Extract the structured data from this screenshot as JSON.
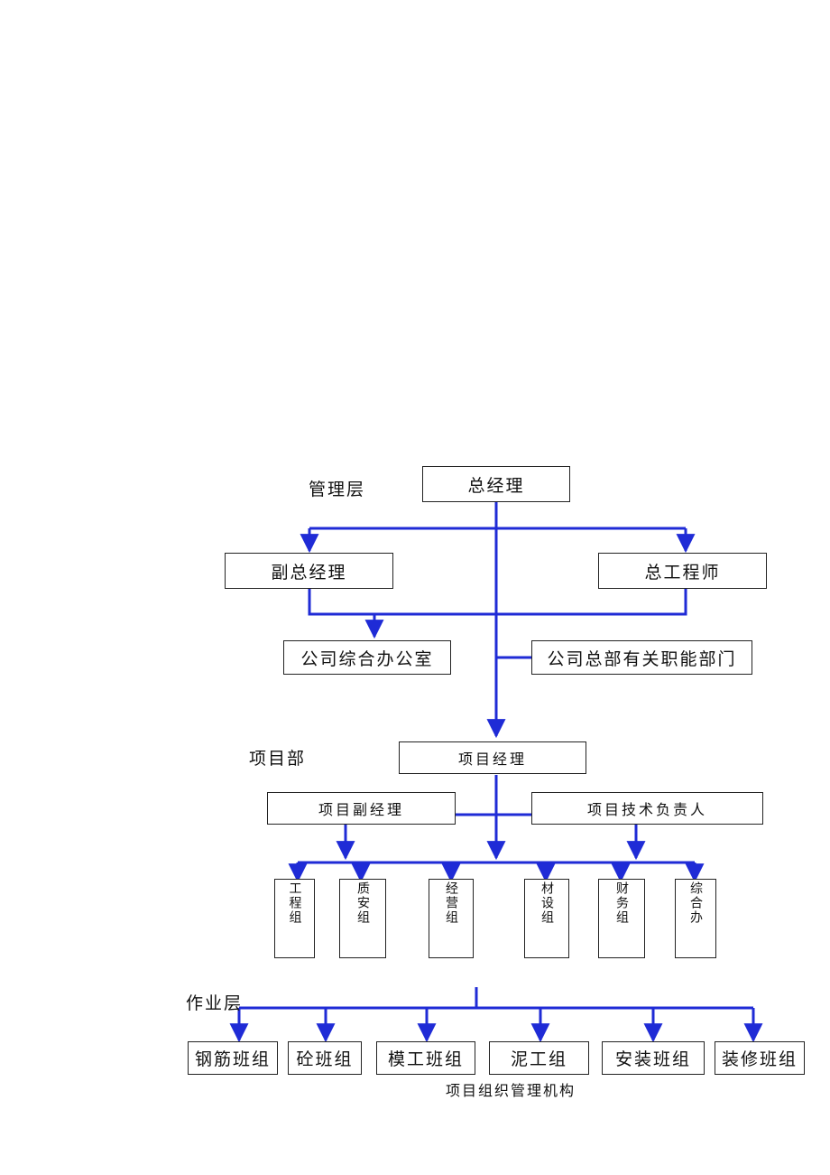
{
  "layers": {
    "management": "管理层",
    "project": "项目部",
    "operation": "作业层"
  },
  "management": {
    "gm": "总经理",
    "deputy_gm": "副总经理",
    "chief_engineer": "总工程师",
    "general_office": "公司综合办公室",
    "hq_departments": "公司总部有关职能部门"
  },
  "project": {
    "manager": "项目经理",
    "deputy_manager": "项目副经理",
    "tech_lead": "项目技术负责人",
    "groups": [
      "工程组",
      "质安组",
      "经营组",
      "材设组",
      "财务组",
      "综合办"
    ]
  },
  "operation": {
    "teams": [
      "钢筋班组",
      "砼班组",
      "模工班组",
      "泥工组",
      "安装班组",
      "装修班组"
    ]
  },
  "caption": "项目组织管理机构",
  "colors": {
    "connector": "#1f2bd6",
    "border": "#222222"
  }
}
